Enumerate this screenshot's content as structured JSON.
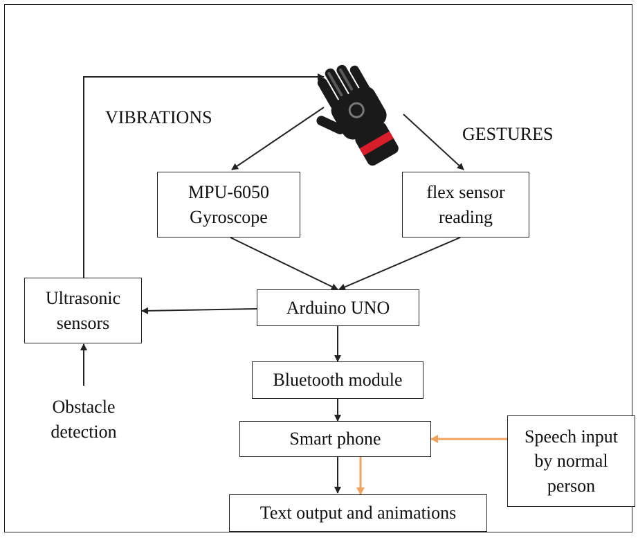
{
  "labels": {
    "vibrations": "VIBRATIONS",
    "gestures": "GESTURES",
    "obstacle_line1": "Obstacle",
    "obstacle_line2": "detection"
  },
  "boxes": {
    "mpu": {
      "line1": "MPU-6050",
      "line2": "Gyroscope"
    },
    "flex": {
      "line1": "flex sensor",
      "line2": "reading"
    },
    "ultrasonic": {
      "line1": "Ultrasonic",
      "line2": "sensors"
    },
    "arduino": {
      "line1": "Arduino UNO"
    },
    "bluetooth": {
      "line1": "Bluetooth module"
    },
    "smartphone": {
      "line1": "Smart phone"
    },
    "speech": {
      "line1": "Speech input",
      "line2": "by normal",
      "line3": "person"
    },
    "output": {
      "line1": "Text output and animations"
    }
  },
  "colors": {
    "line": "#222222",
    "accent": "#f0a35e",
    "glove_body": "#1a1a1a",
    "glove_cuff": "#d81e2a"
  },
  "icons": {
    "glove": "glove-icon"
  }
}
